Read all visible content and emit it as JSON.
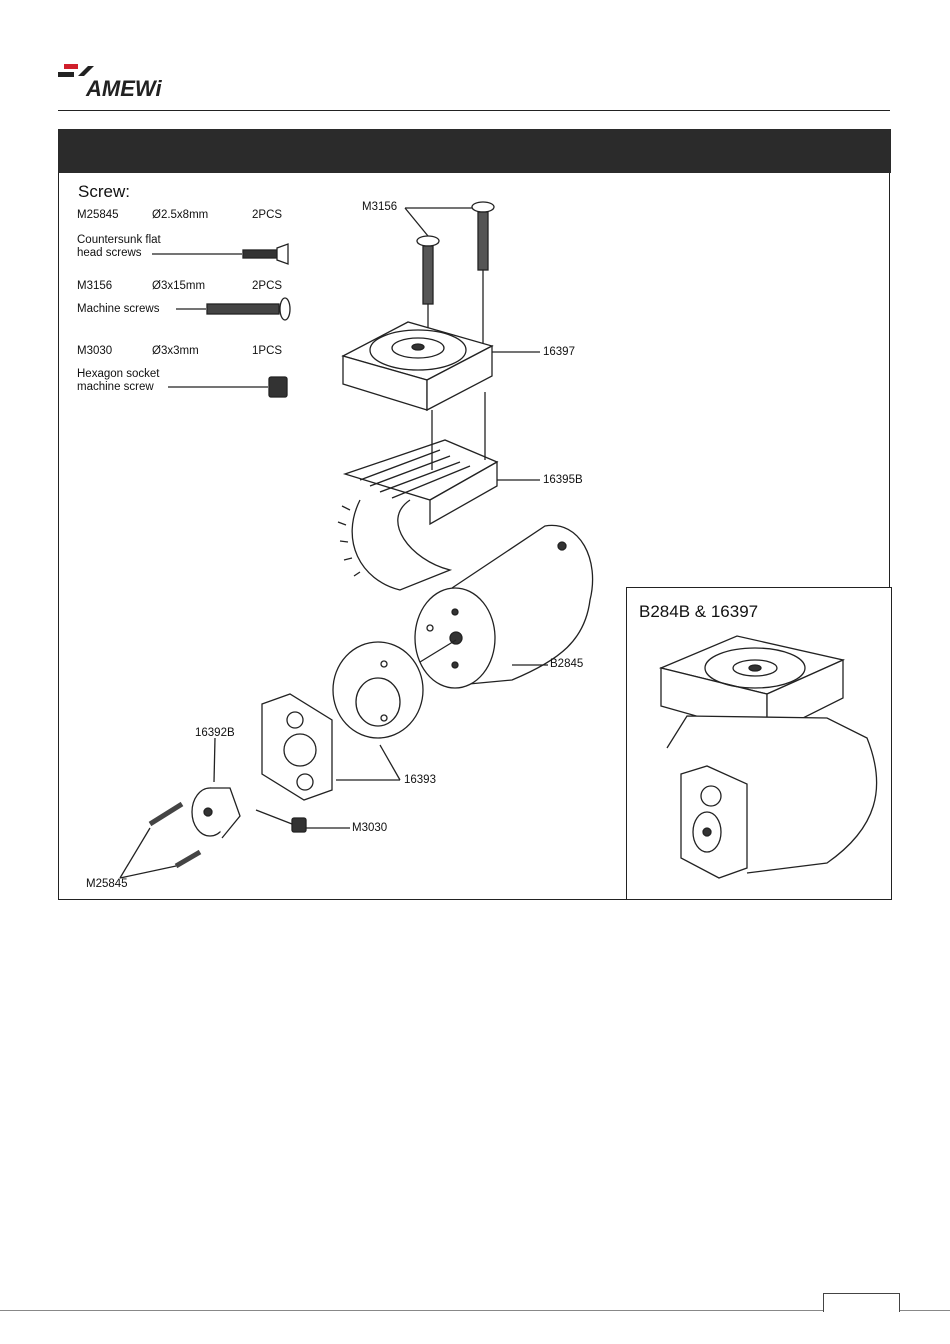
{
  "brand": {
    "logo_text": "AMEWi"
  },
  "screws": {
    "title": "Screw:",
    "items": [
      {
        "code": "M25845",
        "size": "Ø2.5x8mm",
        "qty": "2PCS",
        "desc_line1": "Countersunk flat",
        "desc_line2": "head screws"
      },
      {
        "code": "M3156",
        "size": "Ø3x15mm",
        "qty": "2PCS",
        "desc_line1": "Machine screws",
        "desc_line2": ""
      },
      {
        "code": "M3030",
        "size": "Ø3x3mm",
        "qty": "1PCS",
        "desc_line1": "Hexagon socket",
        "desc_line2": "machine screw"
      }
    ]
  },
  "callouts": {
    "m3156": "M3156",
    "fan": "16397",
    "heatsink": "16395B",
    "motor": "B2845",
    "plate": "16393",
    "gear": "16392B",
    "setscrew": "M3030",
    "countersunk": "M25845"
  },
  "inset": {
    "title": "B284B & 16397"
  },
  "colors": {
    "title_bar": "#2b2b2b",
    "logo_red": "#d01f2b",
    "line": "#222222"
  }
}
